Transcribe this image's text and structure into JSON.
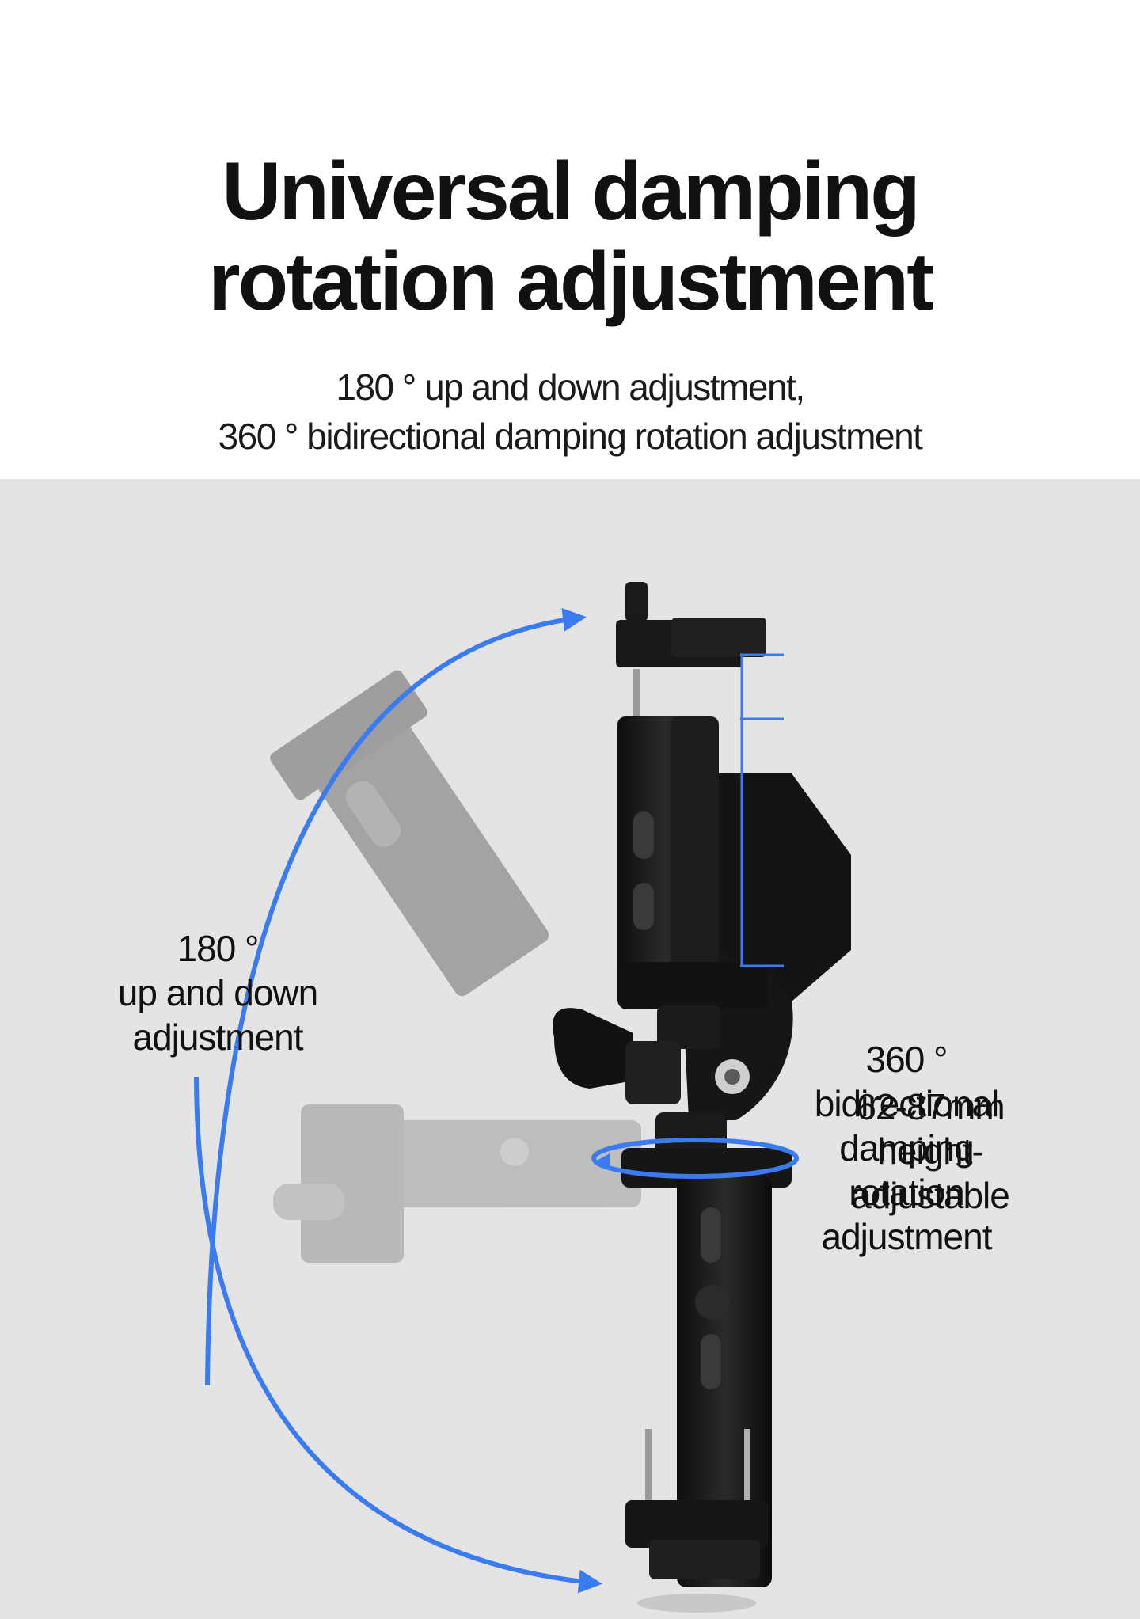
{
  "headline": {
    "line1": "Universal damping",
    "line2": "rotation adjustment"
  },
  "subheadline": {
    "line1": "180 ° up and down adjustment,",
    "line2": "360 ° bidirectional damping rotation adjustment"
  },
  "callouts": {
    "height": {
      "line1": "62-87mm",
      "line2": "height-",
      "line3": "adjustable"
    },
    "up_down": {
      "line1": "180 °",
      "line2": "up and down",
      "line3": "adjustment"
    },
    "rotation": {
      "line1": "360 °",
      "line2": "bidirectional",
      "line3": "damping",
      "line4": "rotation",
      "line5": "adjustment"
    }
  },
  "colors": {
    "accent_blue": "#3a7bf0",
    "background_gray": "#e4e4e4",
    "product_black": "#151515"
  },
  "icons": [
    "arrow-arc-icon",
    "rotation-ring-icon",
    "dimension-bracket-icon"
  ]
}
